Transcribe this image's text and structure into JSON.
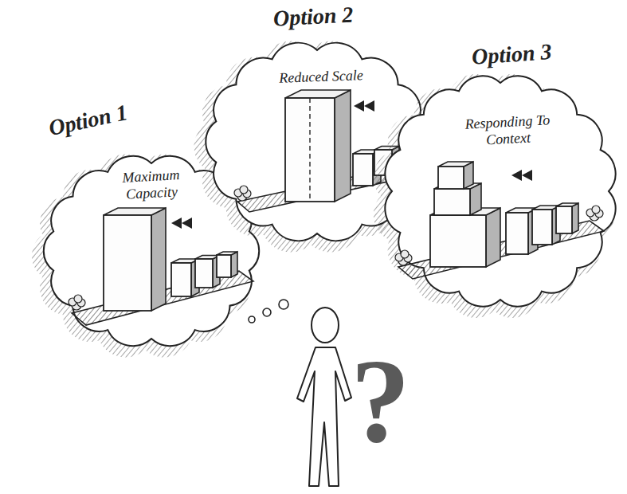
{
  "diagram": {
    "nodes": [
      {
        "text": [
          "Option 1",
          "Maximum Capacity"
        ]
      },
      {
        "text": [
          "Option 2",
          "Reduced Scale"
        ]
      },
      {
        "text": [
          "Option 3",
          "Responding To Context"
        ]
      }
    ],
    "labels": [
      "?"
    ]
  }
}
